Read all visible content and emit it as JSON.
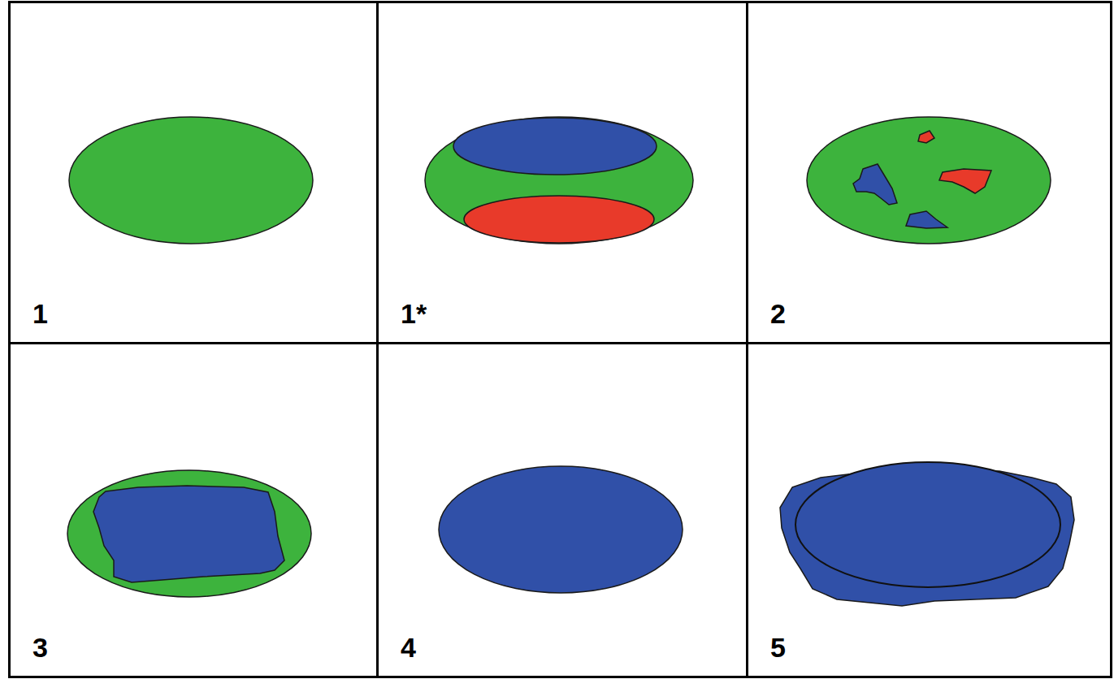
{
  "diagram": {
    "nodes": [
      {
        "text": [
          "1"
        ]
      },
      {
        "text": [
          "1*"
        ]
      },
      {
        "text": [
          "2"
        ]
      },
      {
        "text": [
          "3"
        ]
      },
      {
        "text": [
          "4"
        ]
      },
      {
        "text": [
          "5"
        ]
      }
    ]
  }
}
